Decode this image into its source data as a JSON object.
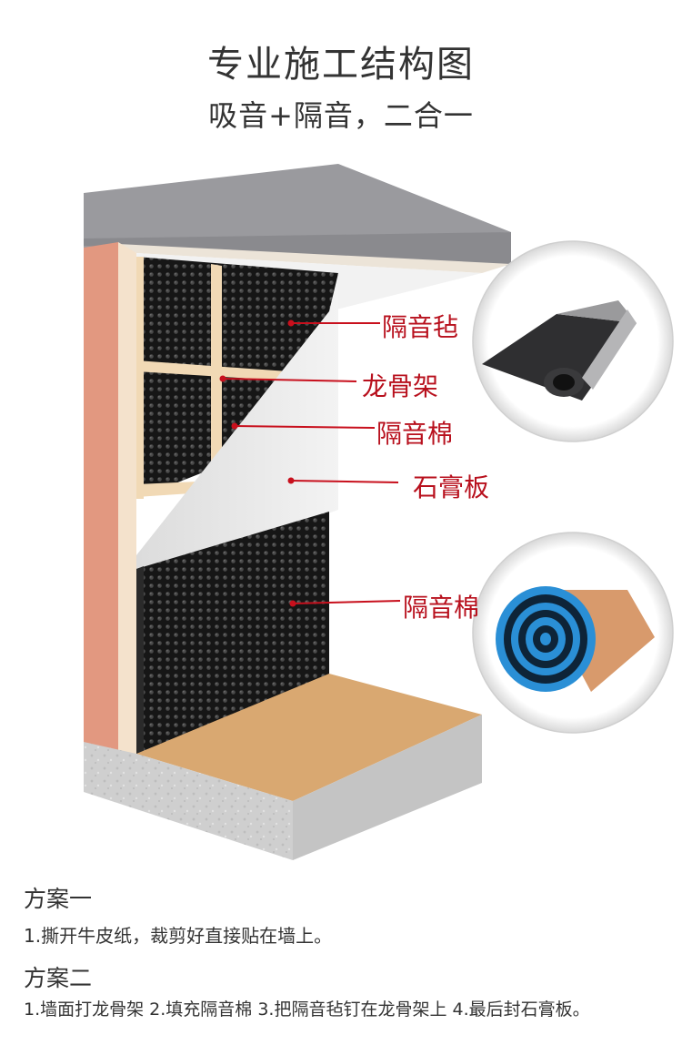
{
  "title": "专业施工结构图",
  "subtitle": "吸音+隔音，二合一",
  "labels": {
    "felt": "隔音毡",
    "keel": "龙骨架",
    "cotton_upper": "隔音棉",
    "gypsum": "石膏板",
    "cotton_lower": "隔音棉"
  },
  "scheme1": {
    "heading": "方案一",
    "text": "1.撕开牛皮纸，裁剪好直接贴在墙上。"
  },
  "scheme2": {
    "heading": "方案二",
    "text": "1.墙面打龙骨架 2.填充隔音棉 3.把隔音毡钉在龙骨架上 4.最后封石膏板。"
  },
  "colors": {
    "accent_red": "#c8101d",
    "wall_salmon": "#e29880",
    "ceiling_gray": "#8e8e92",
    "floor_wood": "#d9a871",
    "foam_black": "#1e1e1e",
    "foam_blue": "#2a8fd6"
  }
}
